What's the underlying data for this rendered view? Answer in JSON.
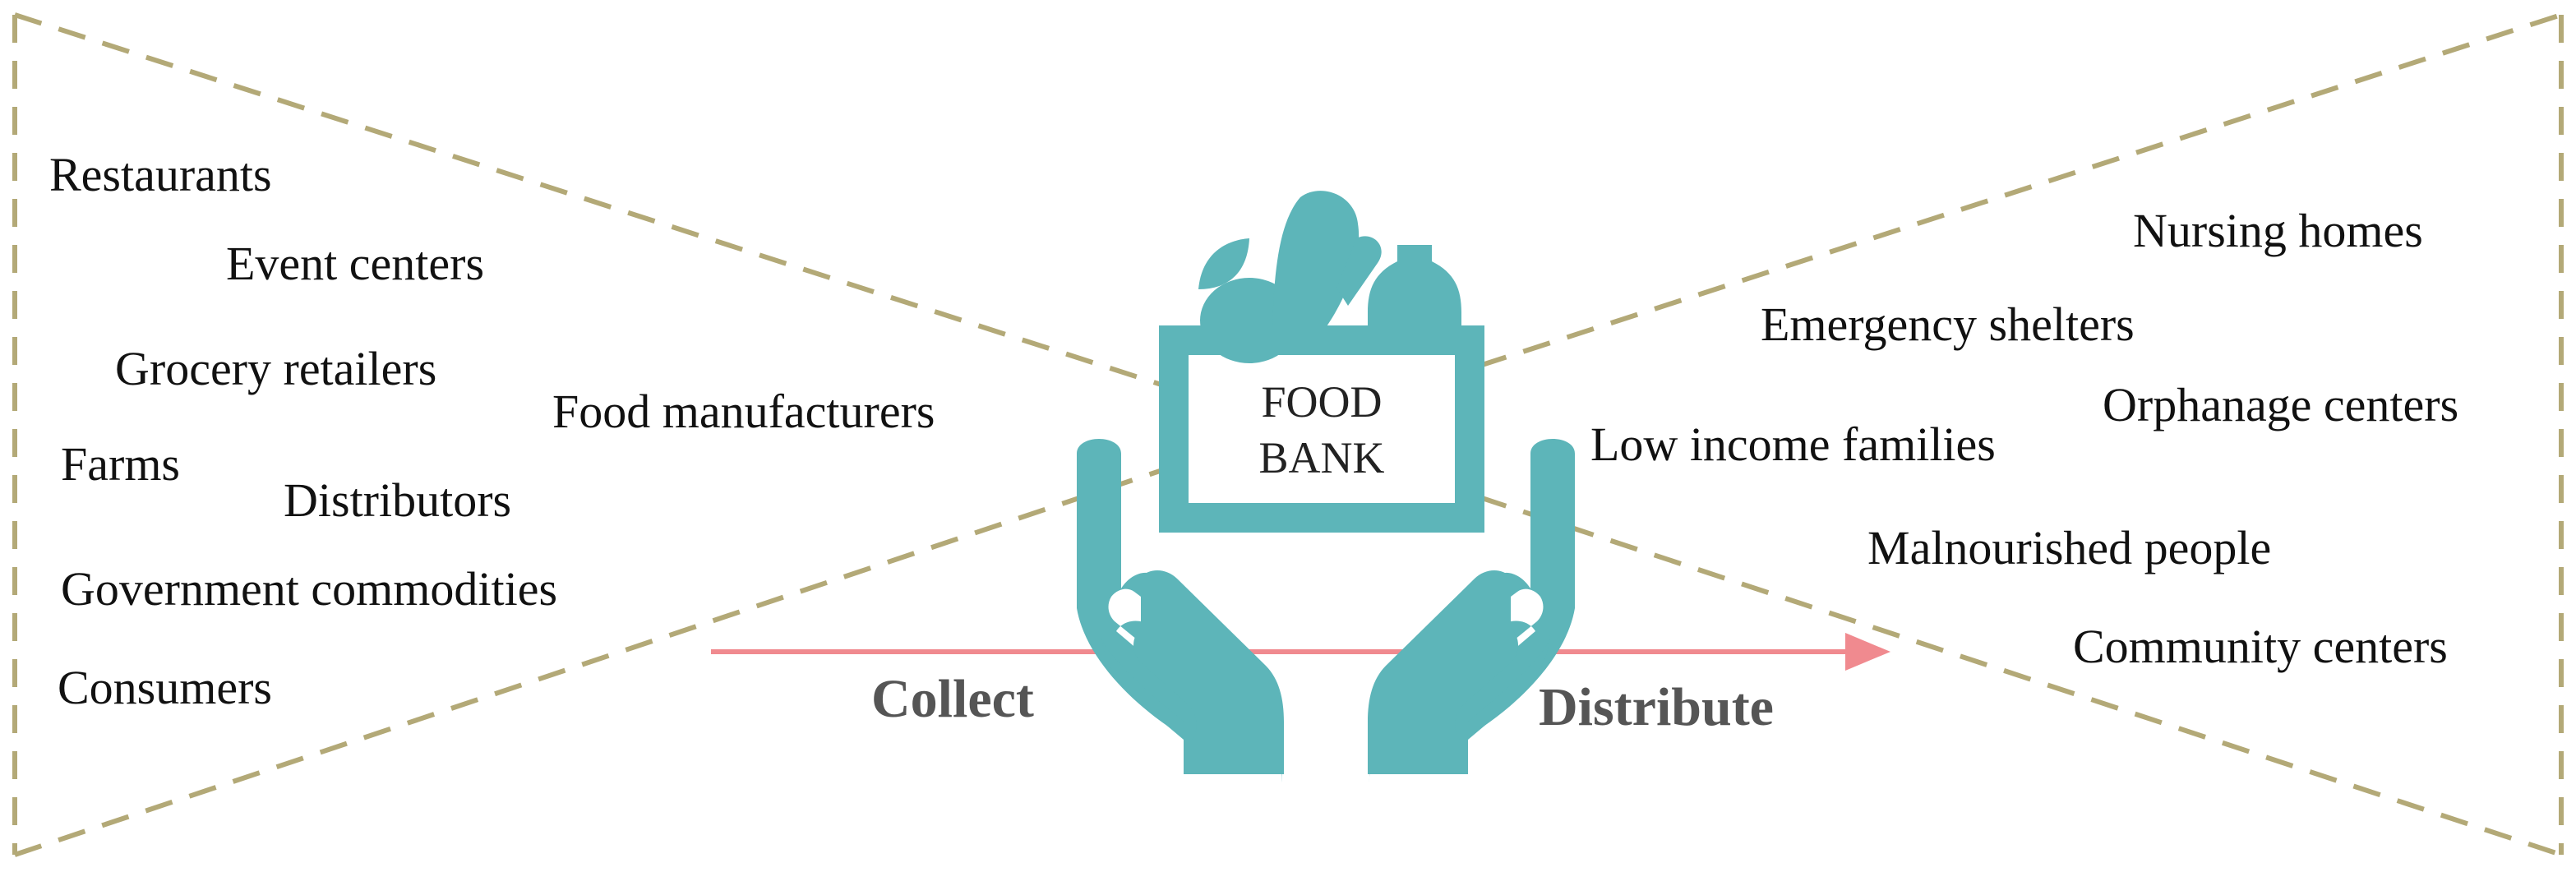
{
  "colors": {
    "teal": "#5db5b9",
    "dashes": "#b3a977",
    "arrow": "#f08a8f",
    "text": "#111111",
    "flow_text": "#555555"
  },
  "center": {
    "line1": "FOOD",
    "line2": "BANK",
    "icon": "hands-holding-food-box-icon"
  },
  "sources": [
    "Restaurants",
    "Event centers",
    "Grocery retailers",
    "Food manufacturers",
    "Farms",
    "Distributors",
    "Government commodities",
    "Consumers"
  ],
  "recipients": [
    "Nursing homes",
    "Emergency shelters",
    "Orphanage centers",
    "Low income families",
    "Malnourished people",
    "Community centers"
  ],
  "flow": {
    "collect": "Collect",
    "distribute": "Distribute"
  }
}
